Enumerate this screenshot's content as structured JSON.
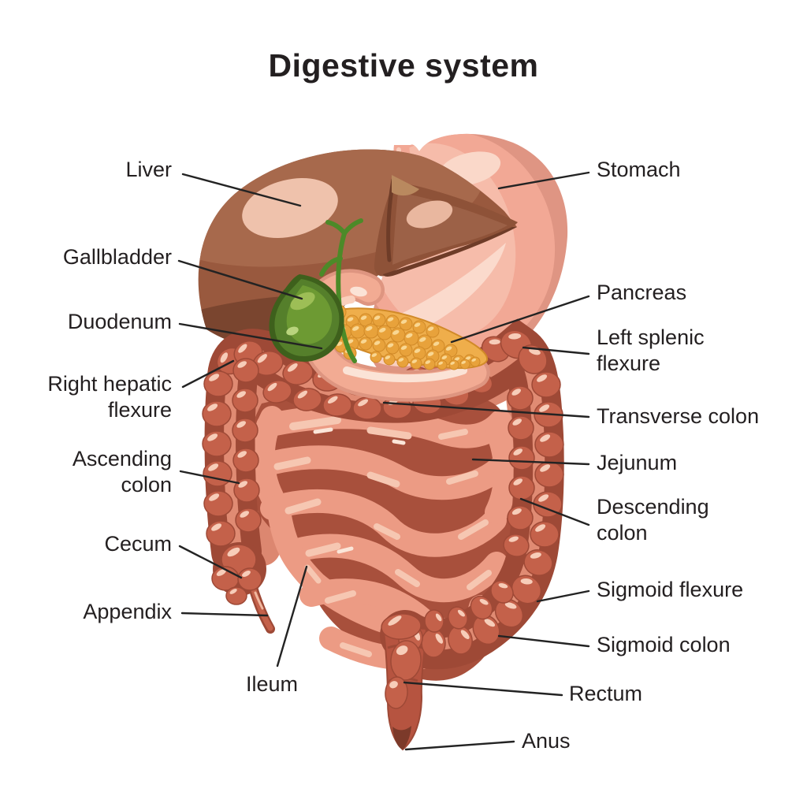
{
  "title": "Digestive system",
  "labels": {
    "liver": "Liver",
    "gallbladder": "Gallbladder",
    "duodenum": "Duodenum",
    "right_hepatic_flexure": "Right hepatic flexure",
    "ascending_colon": "Ascending colon",
    "cecum": "Cecum",
    "appendix": "Appendix",
    "ileum": "Ileum",
    "stomach": "Stomach",
    "pancreas": "Pancreas",
    "left_splenic_flexure": "Left splenic flexure",
    "transverse_colon": "Transverse colon",
    "jejunum": "Jejunum",
    "descending_colon": "Descending colon",
    "sigmoid_flexure": "Sigmoid flexure",
    "sigmoid_colon": "Sigmoid colon",
    "rectum": "Rectum",
    "anus": "Anus"
  },
  "colors": {
    "background": "#FFFFFF",
    "text": "#231F20",
    "leader_line": "#232323",
    "liver": "#99593E",
    "liver_light": "#A7694C",
    "liver_dark": "#7A452F",
    "liver_wedge": "#8E5238",
    "liver_highlight": "#EFC2AC",
    "stomach": "#F2A895",
    "stomach_rim": "#DF9583",
    "stomach_highlight": "#FAD8C9",
    "gallbladder": "#4C771F",
    "gallbladder_highlight": "#9DBE56",
    "bile_duct": "#4C8A28",
    "pancreas": "#EFAE4B",
    "pancreas_bumps": "#E8A23B",
    "duodenum": "#F2AB93",
    "small_intestine": "#EC9B84",
    "small_intestine_shadow": "#A8503C",
    "small_intestine_highlight": "#F6C7B2",
    "large_intestine": "#C4614A",
    "large_intestine_dark": "#9E4936",
    "colon_inner_band": "#DC8770",
    "rectum": "#B65440",
    "anus_tip": "#7C3A2A"
  }
}
